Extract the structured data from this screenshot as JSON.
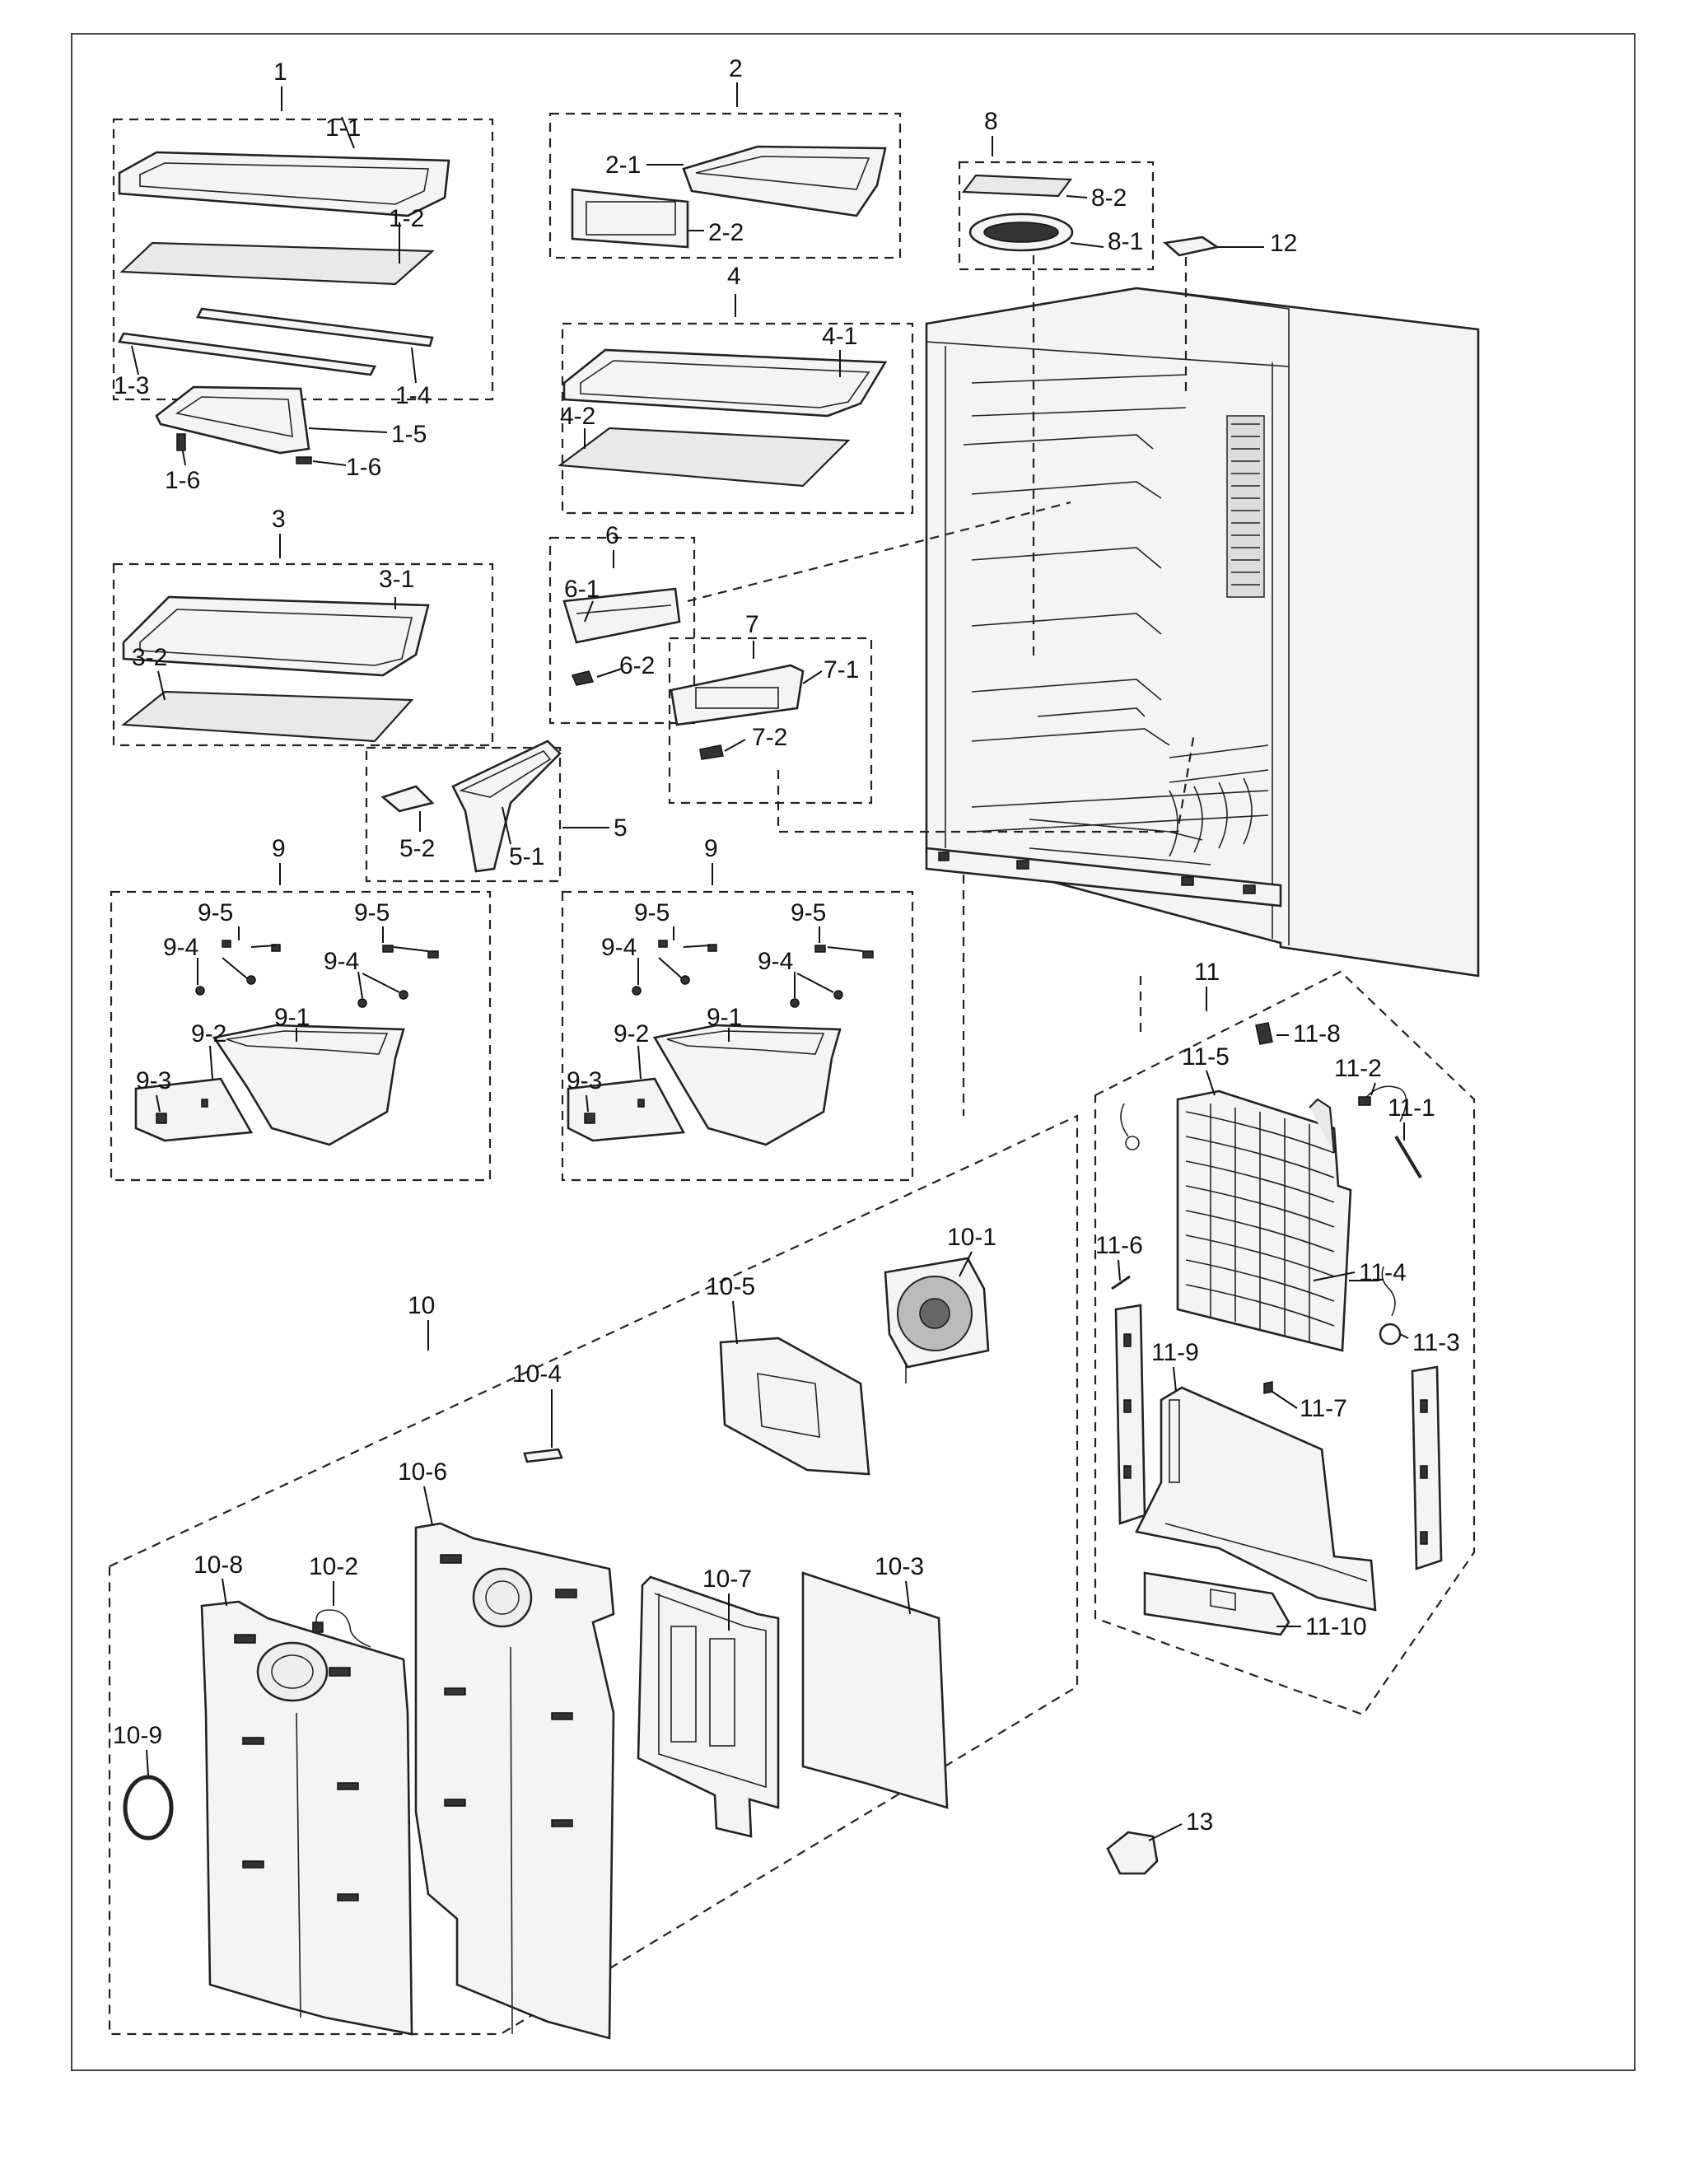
{
  "labels": {
    "g1": "1",
    "p1_1": "1-1",
    "p1_2": "1-2",
    "p1_3": "1-3",
    "p1_4": "1-4",
    "p1_5": "1-5",
    "p1_6a": "1-6",
    "p1_6b": "1-6",
    "g2": "2",
    "p2_1": "2-1",
    "p2_2": "2-2",
    "g3": "3",
    "p3_1": "3-1",
    "p3_2": "3-2",
    "g4": "4",
    "p4_1": "4-1",
    "p4_2": "4-2",
    "g5": "5",
    "p5_1": "5-1",
    "p5_2": "5-2",
    "g6": "6",
    "p6_1": "6-1",
    "p6_2": "6-2",
    "g7": "7",
    "p7_1": "7-1",
    "p7_2": "7-2",
    "g8": "8",
    "p8_1": "8-1",
    "p8_2": "8-2",
    "g9a": "9",
    "p9a_1": "9-1",
    "p9a_2": "9-2",
    "p9a_3": "9-3",
    "p9a_4a": "9-4",
    "p9a_4b": "9-4",
    "p9a_5a": "9-5",
    "p9a_5b": "9-5",
    "g9b": "9",
    "p9b_1": "9-1",
    "p9b_2": "9-2",
    "p9b_3": "9-3",
    "p9b_4a": "9-4",
    "p9b_4b": "9-4",
    "p9b_5a": "9-5",
    "p9b_5b": "9-5",
    "g10": "10",
    "p10_1": "10-1",
    "p10_2": "10-2",
    "p10_3": "10-3",
    "p10_4": "10-4",
    "p10_5": "10-5",
    "p10_6": "10-6",
    "p10_7": "10-7",
    "p10_8": "10-8",
    "p10_9": "10-9",
    "g11": "11",
    "p11_1": "11-1",
    "p11_2": "11-2",
    "p11_3": "11-3",
    "p11_4": "11-4",
    "p11_5": "11-5",
    "p11_6": "11-6",
    "p11_7": "11-7",
    "p11_8": "11-8",
    "p11_9": "11-9",
    "p11_10": "11-10",
    "p12": "12",
    "p13": "13"
  }
}
